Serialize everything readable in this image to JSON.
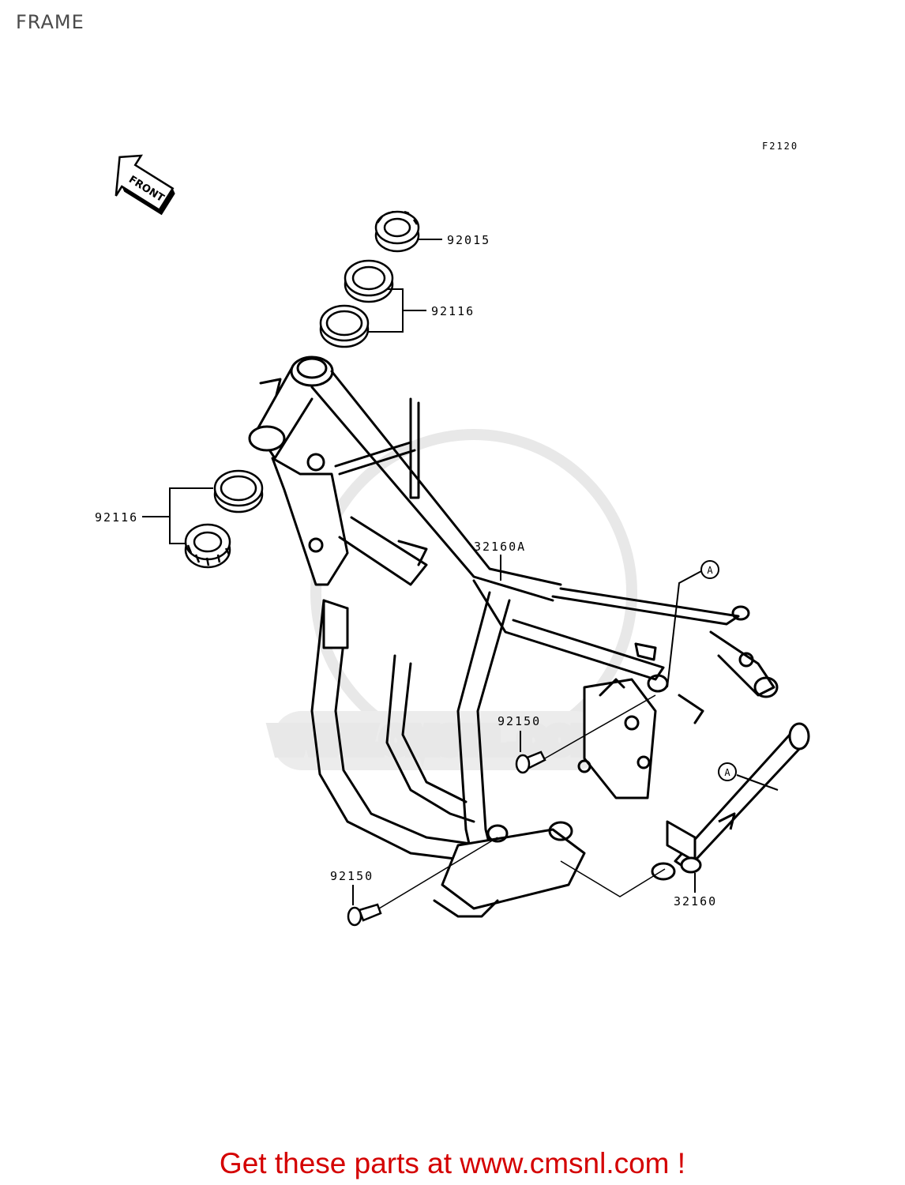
{
  "title": "FRAME",
  "ref_code": "F2120",
  "front_label": "FRONT",
  "callouts": {
    "nut": "92015",
    "race_upper": "92116",
    "race_lower": "92116",
    "frame": "32160A",
    "frame_ref": "A",
    "bolt_mid": "92150",
    "bolt_low": "92150",
    "rail_ref": "A",
    "rail": "32160"
  },
  "watermark": "WWW.CMSNL.COM",
  "footer": "Get these parts at www.cmsnl.com !",
  "colors": {
    "footer": "#d40000",
    "title": "#4a4a4a",
    "watermark": "#e6e6e6"
  }
}
